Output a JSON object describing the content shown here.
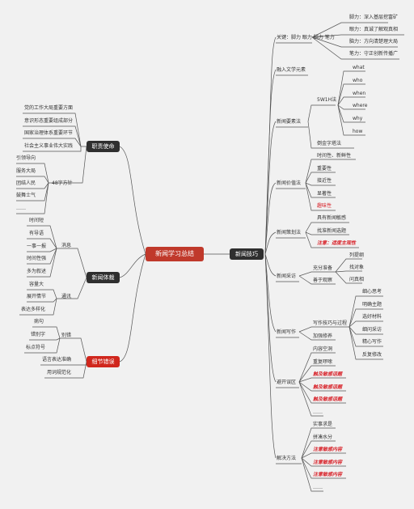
{
  "central": "新闻学习总结",
  "main_right": "新闻技巧",
  "left": {
    "duty": {
      "label": "职责使命",
      "items": [
        "党的工作大局重要方面",
        "意识形态重要组成部分",
        "国家治理体系重要环节",
        "社会主义事业伟大实践"
      ],
      "sub": {
        "label": "48字方针",
        "items": [
          "引领导向",
          "服务大局",
          "团结人民",
          "鼓舞士气",
          "……"
        ]
      }
    },
    "genre": {
      "label": "新闻体裁",
      "news": {
        "label": "消息",
        "items": [
          "时间短",
          "有导语",
          "一事一报",
          "时间性强",
          "多为叙述"
        ]
      },
      "report": {
        "label": "通讯",
        "items": [
          "容量大",
          "展开情节",
          "表达多样化"
        ]
      }
    },
    "detail": {
      "label": "细节错误",
      "typo": {
        "label": "别错",
        "items": [
          "病句",
          "错别字",
          "标点符号"
        ]
      },
      "items": [
        "语言表达准确",
        "用词规范化"
      ]
    }
  },
  "right": {
    "key": {
      "label": "关键：脚力 眼力 脑力 笔力",
      "items": [
        "脚力：深入基层挖富矿",
        "眼力：真诚了解观真相",
        "脑力：方向清楚理大局",
        "笔力：守正创新传播广"
      ]
    },
    "culture": "融入文学元素",
    "elements": {
      "label": "新闻要素法",
      "w5": {
        "label": "5W1H法",
        "items": [
          "what",
          "who",
          "when",
          "where",
          "why",
          "how"
        ]
      },
      "pyramid": "倒金字塔法"
    },
    "value": {
      "label": "新闻价值法",
      "items": [
        "时间性、新鲜性",
        "重要性",
        "接近性",
        "显著性",
        "趣味性"
      ]
    },
    "plan": {
      "label": "新闻策划法",
      "items": [
        "具有新闻敏感",
        "找准新闻选题",
        "注意：适度主观性"
      ]
    },
    "interview": {
      "label": "新闻采访",
      "prep": "充分准备",
      "prep_items": [
        "列提纲",
        "找对象",
        "问真相"
      ],
      "observe": "善于观察"
    },
    "writing": {
      "label": "新闻写作",
      "skill": "写作技巧与过程",
      "skill_items": [
        "细心思考",
        "明确主题",
        "选好材料",
        "细问采访",
        "精心写作",
        "反复修改"
      ],
      "learn": "加强修养"
    },
    "avoid": {
      "label": "避开误区",
      "items": [
        "内容空洞",
        "重复啰嗦",
        "触及敏感话题",
        "触及敏感话题",
        "触及敏感话题",
        "……"
      ]
    },
    "solve": {
      "label": "解决方法",
      "items": [
        "实事求是",
        "拼凑水分",
        "注意敏感内容",
        "注意敏感内容",
        "注意敏感内容",
        "……"
      ]
    }
  }
}
